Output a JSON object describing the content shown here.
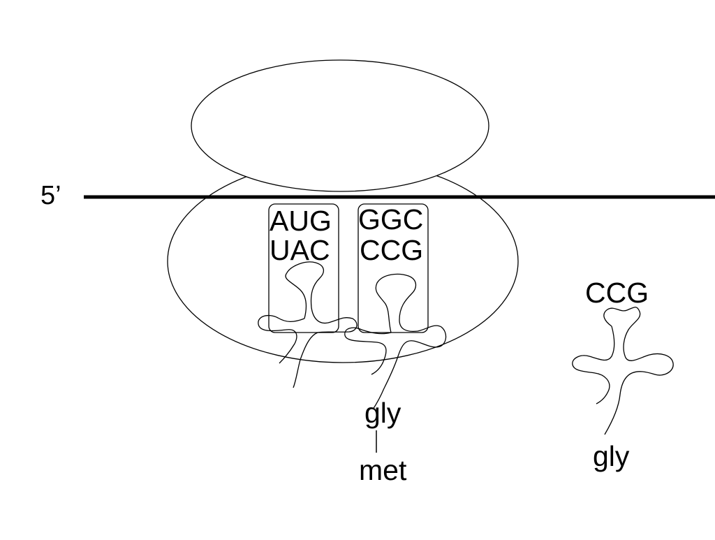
{
  "diagram": {
    "strand_end_label": "5’",
    "site_left": {
      "codon": "AUG",
      "anticodon": "UAC"
    },
    "site_right": {
      "codon": "GGC",
      "anticodon": "CCG"
    },
    "chain": {
      "top_amino_acid": "gly",
      "bottom_amino_acid": "met"
    },
    "free_trna": {
      "anticodon": "CCG",
      "amino_acid": "gly"
    }
  }
}
